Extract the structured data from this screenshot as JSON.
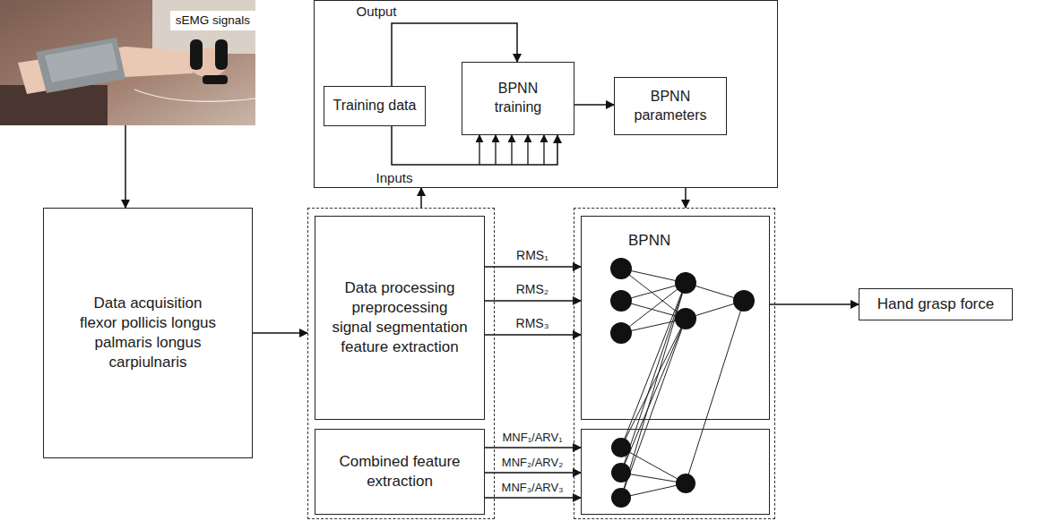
{
  "diagram": {
    "nodes": [
      {
        "text": [
          "sEMG signals"
        ]
      },
      {
        "text": []
      },
      {
        "text": [
          "Training data"
        ],
        "in": 1
      },
      {
        "text": [
          "BPNN training"
        ],
        "in": 1
      },
      {
        "text": [
          "BPNN parameters"
        ],
        "in": 1
      },
      {
        "text": [
          "Data acquisition",
          "flexor pollicis longus",
          "palmaris longus",
          "carpiulnaris"
        ]
      },
      {
        "text": []
      },
      {
        "text": [
          "Data processing",
          "preprocessing",
          "signal segmentation",
          "feature extraction"
        ],
        "in": 6
      },
      {
        "text": [
          "Combined feature extraction"
        ],
        "in": 6
      },
      {
        "text": []
      },
      {
        "text": [
          "BPNN"
        ],
        "in": 9
      },
      {
        "text": [],
        "in": 9
      },
      {
        "text": [
          "Hand grasp force"
        ]
      }
    ],
    "edges": [
      {
        "from": 0,
        "to": 5,
        "arrow": "to"
      },
      {
        "from": 2,
        "to": 3,
        "label": "Output",
        "arrow": "to"
      },
      {
        "from": 2,
        "to": 3,
        "label": "Inputs",
        "arrow": "to"
      },
      {
        "from": 3,
        "to": 4,
        "arrow": "to"
      },
      {
        "from": 6,
        "to": 1,
        "arrow": "to"
      },
      {
        "from": 1,
        "to": 9,
        "arrow": "to"
      },
      {
        "from": 5,
        "to": 6,
        "arrow": "to"
      },
      {
        "from": 7,
        "to": 10,
        "label": "RMS₁",
        "arrow": "to"
      },
      {
        "from": 7,
        "to": 10,
        "label": "RMS₂",
        "arrow": "to"
      },
      {
        "from": 7,
        "to": 10,
        "label": "RMS₃",
        "arrow": "to"
      },
      {
        "from": 8,
        "to": 11,
        "label": "MNF₁/ARV₁",
        "arrow": "to"
      },
      {
        "from": 8,
        "to": 11,
        "label": "MNF₂/ARV₂",
        "arrow": "to"
      },
      {
        "from": 8,
        "to": 11,
        "label": "MNF₃/ARV₃",
        "arrow": "to"
      },
      {
        "from": 10,
        "to": 12,
        "arrow": "to"
      }
    ]
  }
}
